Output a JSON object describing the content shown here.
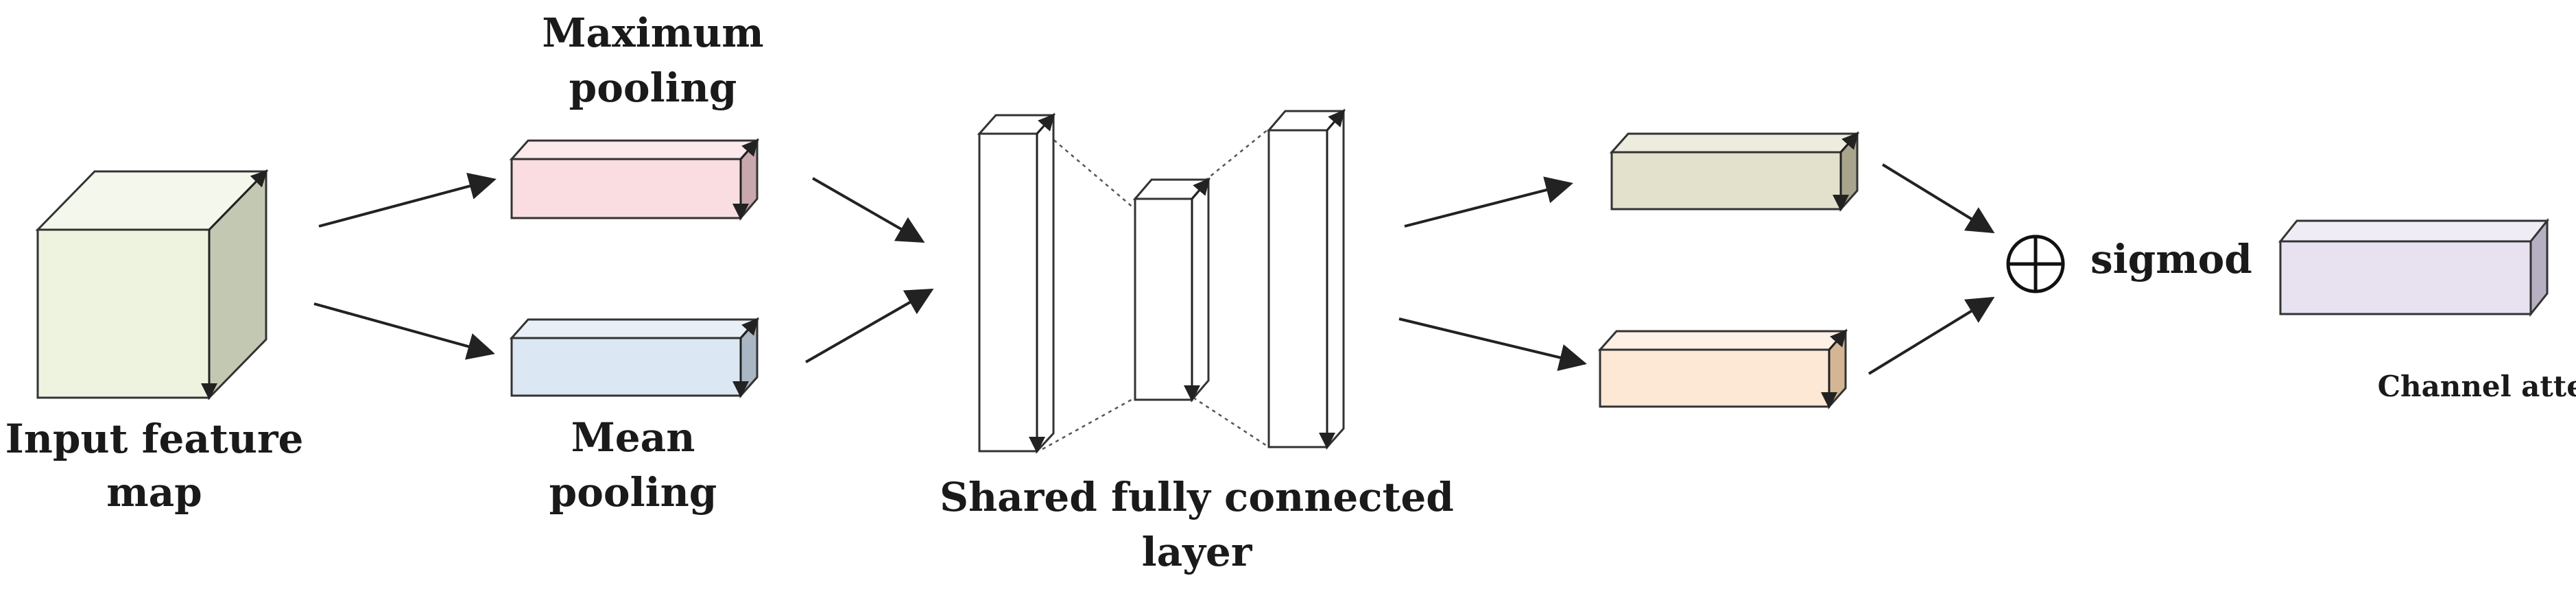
{
  "labels": {
    "input_line1": "Input feature",
    "input_line2": "map",
    "max_line1": "Maximum",
    "max_line2": "pooling",
    "mean_line1": "Mean",
    "mean_line2": "pooling",
    "shared_line1": "Shared fully connected",
    "shared_line2": "layer",
    "sigmoid": "sigmod",
    "channel_attention": "Channel attention"
  },
  "colors": {
    "input_map": "#eef3e0",
    "max_pooling": "#f9dde1",
    "mean_pooling": "#dbe7f2",
    "fc_out_top": "#e3e1cc",
    "fc_out_bottom": "#fde8d5",
    "channel_attention": "#e7e1f0"
  }
}
